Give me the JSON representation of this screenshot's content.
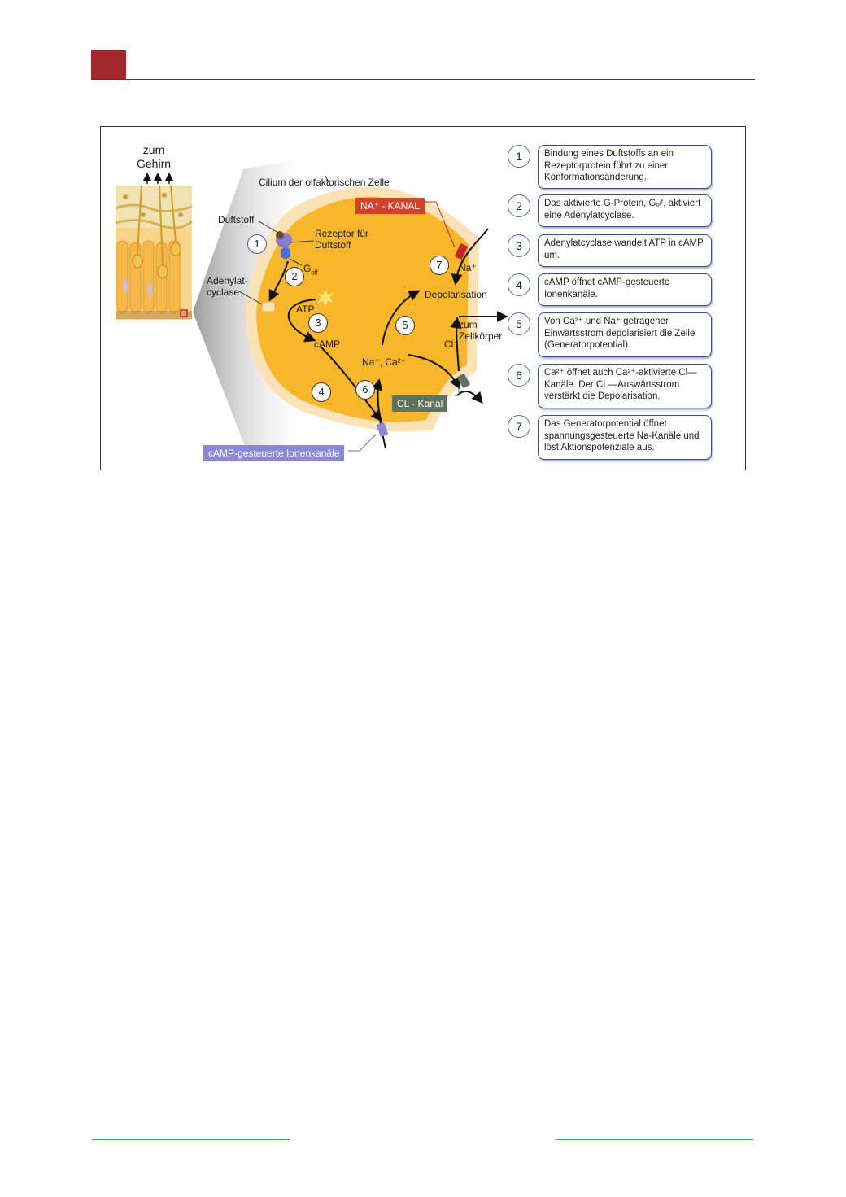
{
  "colors": {
    "accent_square": "#a4282b",
    "cell_fill": "#f8b62a",
    "cell_rim": "#fbe2b7",
    "na_channel_tag": "#d93f2d",
    "cl_channel_tag": "#5f7360",
    "camp_channel_tag": "#8b88d6",
    "step_border": "#3e4e8e"
  },
  "diagram": {
    "tissue": {
      "top_label": "zum\nGehirn"
    },
    "labels": {
      "cilium": "Cilium der olfaktorischen Zelle",
      "duftstoff": "Duftstoff",
      "rezeptor": "Rezeptor für\nDuftstoff",
      "golf": "G",
      "golf_sub": "olf",
      "adenylatcyclase": "Adenylat-\ncyclase",
      "atp": "ATP",
      "camp": "cAMP",
      "depolarisation": "Depolarisation",
      "na_plus": "Na⁺",
      "na_ca": "Na⁺, Ca²⁺",
      "cl_minus": "Cl⁻",
      "zum_zellkoerper": "zum\nZellkörper"
    },
    "tags": {
      "na_kanal": "NA⁺ - KANAL",
      "cl_kanal": "CL - Kanal",
      "camp_kanaele": "cAMP-gesteuerte Ionenkanäle"
    },
    "markers": [
      "1",
      "2",
      "3",
      "4",
      "5",
      "6",
      "7"
    ]
  },
  "steps": [
    {
      "num": "1",
      "text": "Bindung eines Duftstoffs an ein Rezeptorprotein führt zu einer Konformationsänderung."
    },
    {
      "num": "2",
      "text": "Das aktivierte G-Protein, Gₒₗᶠ, aktiviert eine Adenylatcyclase."
    },
    {
      "num": "3",
      "text": "Adenylatcyclase wandelt ATP in cAMP um."
    },
    {
      "num": "4",
      "text": "cAMP öffnet cAMP-gesteuerte Ionenkanäle."
    },
    {
      "num": "5",
      "text": "Von Ca²⁺ und Na⁺ getragener Einwärtsstrom depolarisiert die Zelle (Generatorpotential)."
    },
    {
      "num": "6",
      "text": "Ca²⁺ öffnet auch Ca²⁺-aktivierte Cl— Kanäle. Der CL—Auswärtsstrom verstärkt die Depolarisation."
    },
    {
      "num": "7",
      "text": "Das Generatorpotential öffnet spannungsgesteuerte Na-Kanäle und löst Aktionspotenziale aus."
    }
  ]
}
